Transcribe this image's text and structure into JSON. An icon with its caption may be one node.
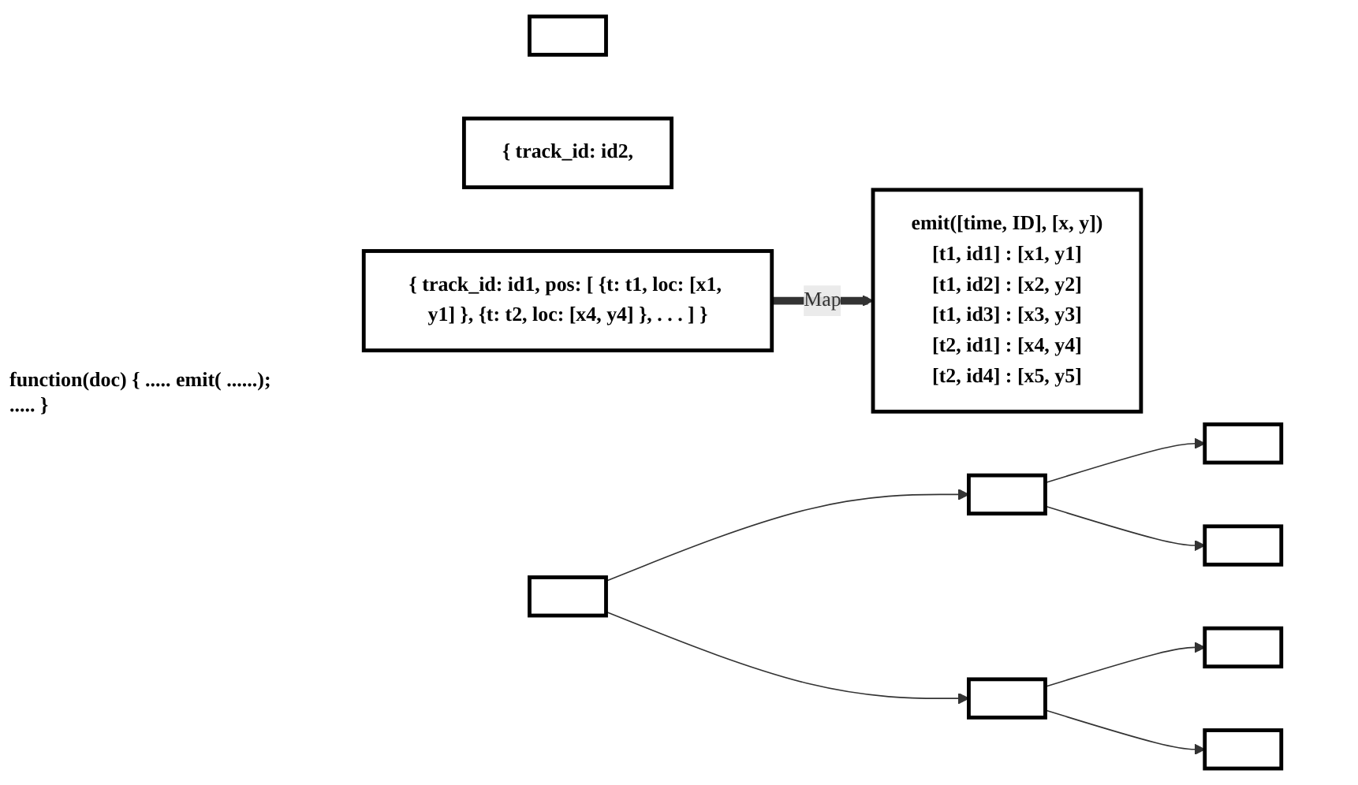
{
  "diagram": {
    "nodes": [
      {
        "text": [],
        "shape": "box"
      },
      {
        "text": [
          "{ track_id: id2,"
        ]
      },
      {
        "text": [
          "{ track_id: id1, pos: [ {t: t1, loc: [x1, y1] }, {t: t2, loc: [x4, y4] }, . . . ] }"
        ]
      },
      {
        "text": [
          "emit([time, ID], [x, y])",
          "[t1, id1] : [x1, y1]",
          "[t1, id2] : [x2, y2]",
          "[t1, id3] : [x3, y3]",
          "[t2, id1] : [x4, y4]",
          "[t2, id4] : [x5, y5]"
        ]
      },
      {
        "text": [],
        "shape": "box"
      },
      {
        "text": [],
        "shape": "box"
      },
      {
        "text": [],
        "shape": "box"
      },
      {
        "text": [],
        "shape": "box"
      },
      {
        "text": [],
        "shape": "box"
      },
      {
        "text": [],
        "shape": "box"
      },
      {
        "text": [],
        "shape": "box"
      }
    ],
    "edges": [
      {
        "from": 2,
        "to": 3,
        "arrow": "to",
        "label": "Map",
        "style": "thick"
      },
      {
        "from": 4,
        "to": 5,
        "arrow": "to"
      },
      {
        "from": 4,
        "to": 6,
        "arrow": "to"
      },
      {
        "from": 5,
        "to": 7,
        "arrow": "to"
      },
      {
        "from": 5,
        "to": 8,
        "arrow": "to"
      },
      {
        "from": 6,
        "to": 9,
        "arrow": "to"
      },
      {
        "from": 6,
        "to": 10,
        "arrow": "to"
      }
    ],
    "labels": [
      "function(doc) { ..... emit( ......); ..... }"
    ]
  }
}
